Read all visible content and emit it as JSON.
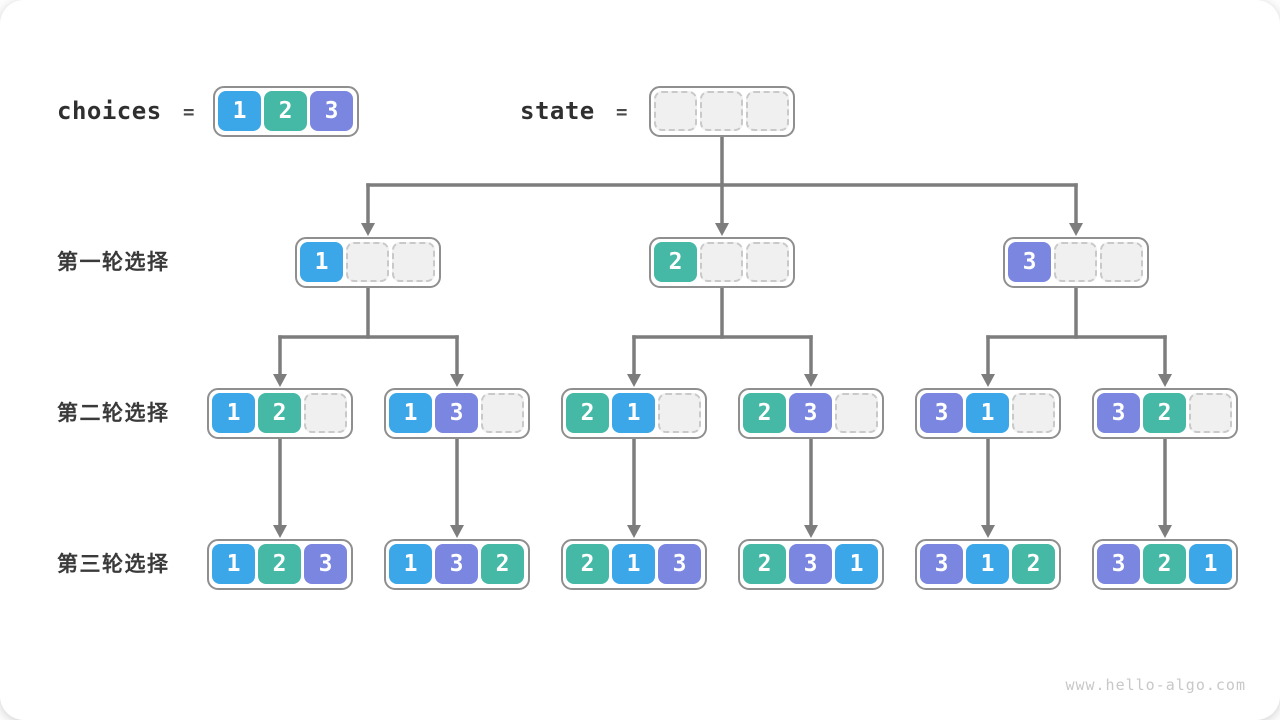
{
  "meta": {
    "watermark": "www.hello-algo.com"
  },
  "palette": {
    "1": "#3CA7E8",
    "2": "#45B8A6",
    "3": "#7A86E0"
  },
  "arrow_color": "#7d7d7d",
  "header": {
    "choices_label": "choices",
    "equals": "=",
    "choices_values": [
      "1",
      "2",
      "3"
    ],
    "state_label": "state",
    "state_values": [
      null,
      null,
      null
    ]
  },
  "rows": [
    {
      "label": "第一轮选择",
      "nodes": [
        [
          "1",
          null,
          null
        ],
        [
          "2",
          null,
          null
        ],
        [
          "3",
          null,
          null
        ]
      ]
    },
    {
      "label": "第二轮选择",
      "nodes": [
        [
          "1",
          "2",
          null
        ],
        [
          "1",
          "3",
          null
        ],
        [
          "2",
          "1",
          null
        ],
        [
          "2",
          "3",
          null
        ],
        [
          "3",
          "1",
          null
        ],
        [
          "3",
          "2",
          null
        ]
      ]
    },
    {
      "label": "第三轮选择",
      "nodes": [
        [
          "1",
          "2",
          "3"
        ],
        [
          "1",
          "3",
          "2"
        ],
        [
          "2",
          "1",
          "3"
        ],
        [
          "2",
          "3",
          "1"
        ],
        [
          "3",
          "1",
          "2"
        ],
        [
          "3",
          "2",
          "1"
        ]
      ]
    }
  ]
}
